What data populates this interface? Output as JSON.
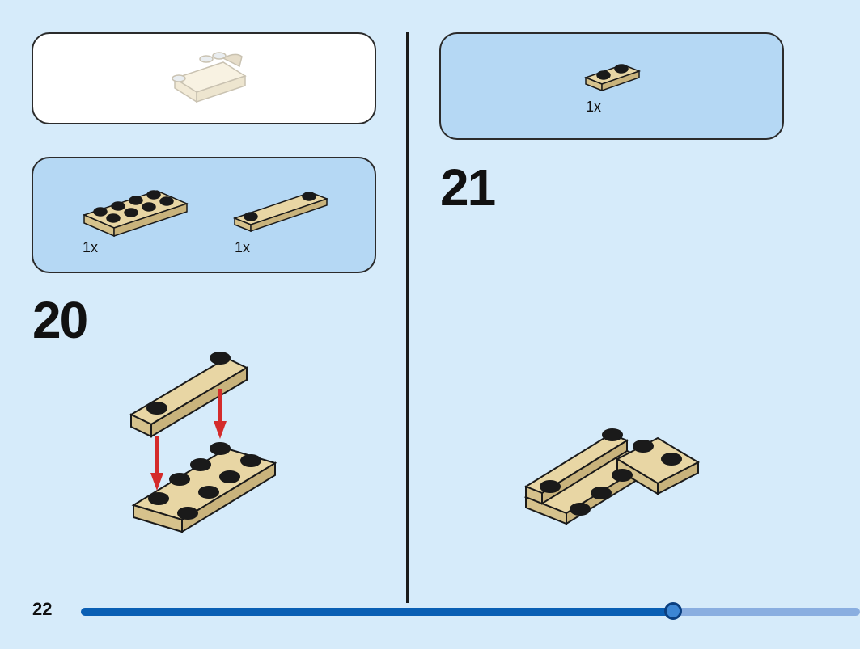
{
  "page": {
    "number": "22"
  },
  "progress": {
    "fraction": 0.76
  },
  "left": {
    "parts_list": [
      {
        "qty": "1x",
        "part": "plate-2x4-tan"
      },
      {
        "qty": "1x",
        "part": "plate-1x4-tan"
      }
    ],
    "step": {
      "number": "20"
    }
  },
  "right": {
    "parts_list": [
      {
        "qty": "1x",
        "part": "plate-1x2-tan"
      }
    ],
    "step": {
      "number": "21"
    }
  },
  "colors": {
    "background": "#d6ebfa",
    "callout": "#b5d8f4",
    "brick": "#dcc48e",
    "arrow": "#d42b2b",
    "progress_fill": "#0a5fb4",
    "progress_track": "#8aaee0"
  }
}
